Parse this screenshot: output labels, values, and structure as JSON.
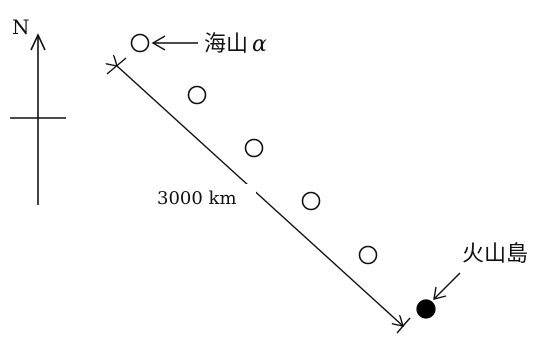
{
  "diagram": {
    "north_label": "N",
    "seamount_label_main": "海山",
    "seamount_label_greek": "α",
    "distance_label": "3000 km",
    "volcano_label": "火山島",
    "island_count": 6,
    "seamount_count": 5,
    "colors": {
      "stroke": "#111111",
      "open_circle_fill": "#ffffff",
      "filled_circle": "#000000"
    }
  }
}
